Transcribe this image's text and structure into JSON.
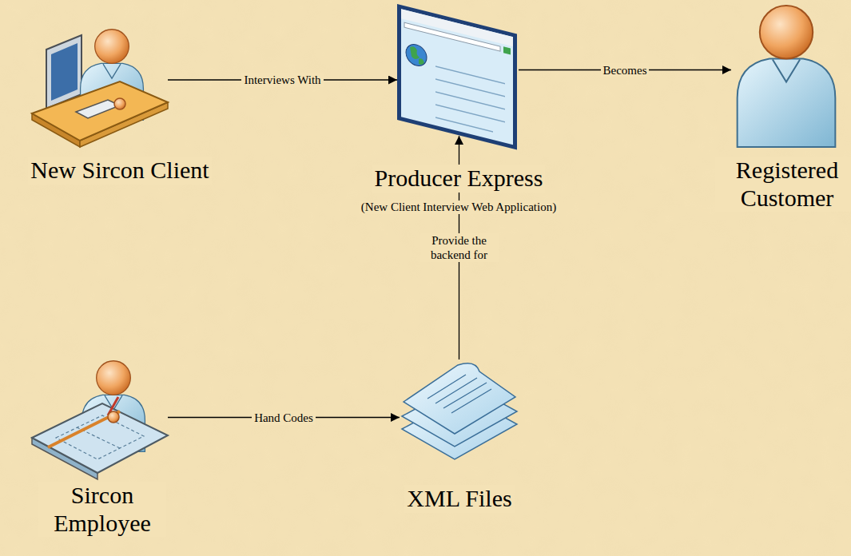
{
  "diagram": {
    "nodes": [
      {
        "text": [
          "New Sircon Client"
        ]
      },
      {
        "text": [
          "Producer Express",
          "(New Client Interview Web Application)"
        ]
      },
      {
        "text": [
          "Registered Customer"
        ]
      },
      {
        "text": [
          "Sircon Employee"
        ]
      },
      {
        "text": [
          "XML Files"
        ]
      }
    ],
    "edges": [
      {
        "from": 0,
        "to": 1,
        "label": "Interviews With",
        "arrow": "to"
      },
      {
        "from": 1,
        "to": 2,
        "label": "Becomes",
        "arrow": "to"
      },
      {
        "from": 3,
        "to": 4,
        "label": "Hand Codes",
        "arrow": "to"
      },
      {
        "from": 4,
        "to": 1,
        "label": "Provide the backend for",
        "arrow": "to"
      }
    ]
  }
}
